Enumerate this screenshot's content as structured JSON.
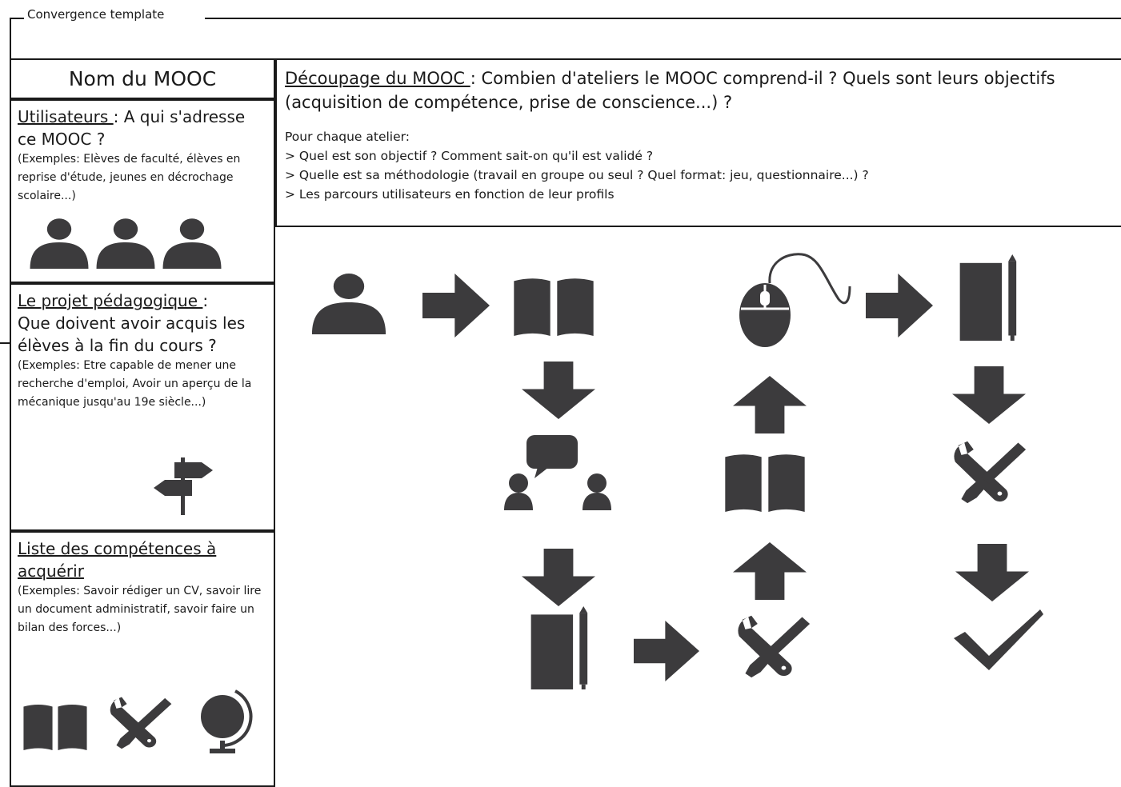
{
  "legend": "Convergence template",
  "mooc_name": "Nom du MOOC",
  "decoupage": {
    "label": "Découpage du MOOC ",
    "sep": ": ",
    "question": "Combien d'ateliers le MOOC comprend-il ? Quels sont leurs objectifs (acquisition de compétence, prise de conscience...) ?",
    "lines": [
      "Pour chaque atelier:",
      "> Quel est son objectif ? Comment sait-on qu'il est validé ?",
      "> Quelle est sa méthodologie (travail en groupe ou seul ? Quel format: jeu, questionnaire...) ?",
      "> Les parcours utilisateurs en fonction de leur profils"
    ]
  },
  "utilisateurs": {
    "label": "Utilisateurs ",
    "sep": ": ",
    "question": " A qui s'adresse ce MOOC ?",
    "examples": "(Exemples: Elèves de faculté, élèves en reprise d'étude, jeunes en décrochage scolaire...)",
    "icons": [
      "user-icon",
      "user-icon",
      "user-icon"
    ]
  },
  "projet": {
    "label": "Le projet pédagogique ",
    "sep": ":",
    "question": "Que doivent avoir acquis les élèves à la fin du cours ?",
    "examples": "(Exemples: Etre capable de mener une recherche d'emploi, Avoir un aperçu de la mécanique jusqu'au 19e siècle...)",
    "icon": "signpost-icon"
  },
  "competences": {
    "label": "Liste des compétences à acquérir ",
    "examples": "(Exemples: Savoir rédiger un CV, savoir lire un document administratif, savoir faire un bilan des forces...)",
    "icons": [
      "book-icon",
      "tools-icon",
      "globe-icon"
    ]
  },
  "flow_icons": [
    "user-icon",
    "arrow-right-icon",
    "book-icon",
    "arrow-down-icon",
    "chat-users-icon",
    "arrow-down-icon",
    "notepad-pencil-icon",
    "arrow-right-icon",
    "tools-icon",
    "arrow-up-icon",
    "book-icon",
    "arrow-up-icon",
    "mouse-icon",
    "arrow-right-icon",
    "notepad-pencil-icon",
    "arrow-down-icon",
    "tools-icon",
    "arrow-down-icon",
    "checkmark-icon"
  ]
}
